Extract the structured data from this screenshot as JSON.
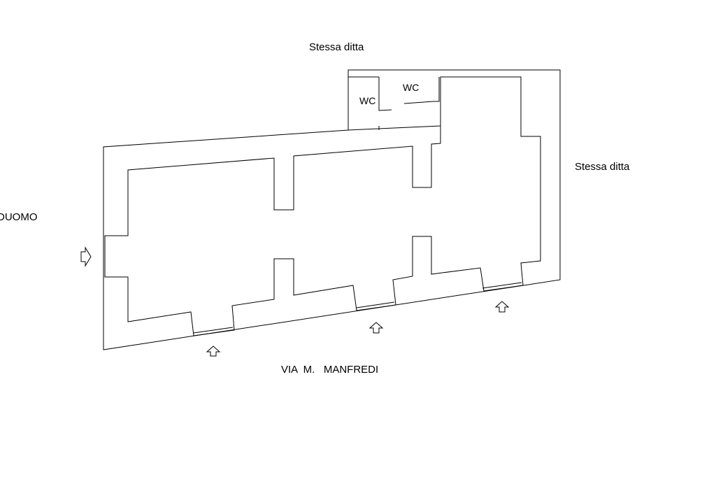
{
  "labels": {
    "north_neighbor": "Stessa ditta",
    "east_neighbor": "Stessa ditta",
    "west_side": "DUOMO",
    "street": "VIA  M.   MANFREDI",
    "wc_1": "WC",
    "wc_2": "WC"
  },
  "icons": [
    "entrance-arrow-icon"
  ],
  "colors": {
    "line": "#000000",
    "background": "#ffffff"
  }
}
